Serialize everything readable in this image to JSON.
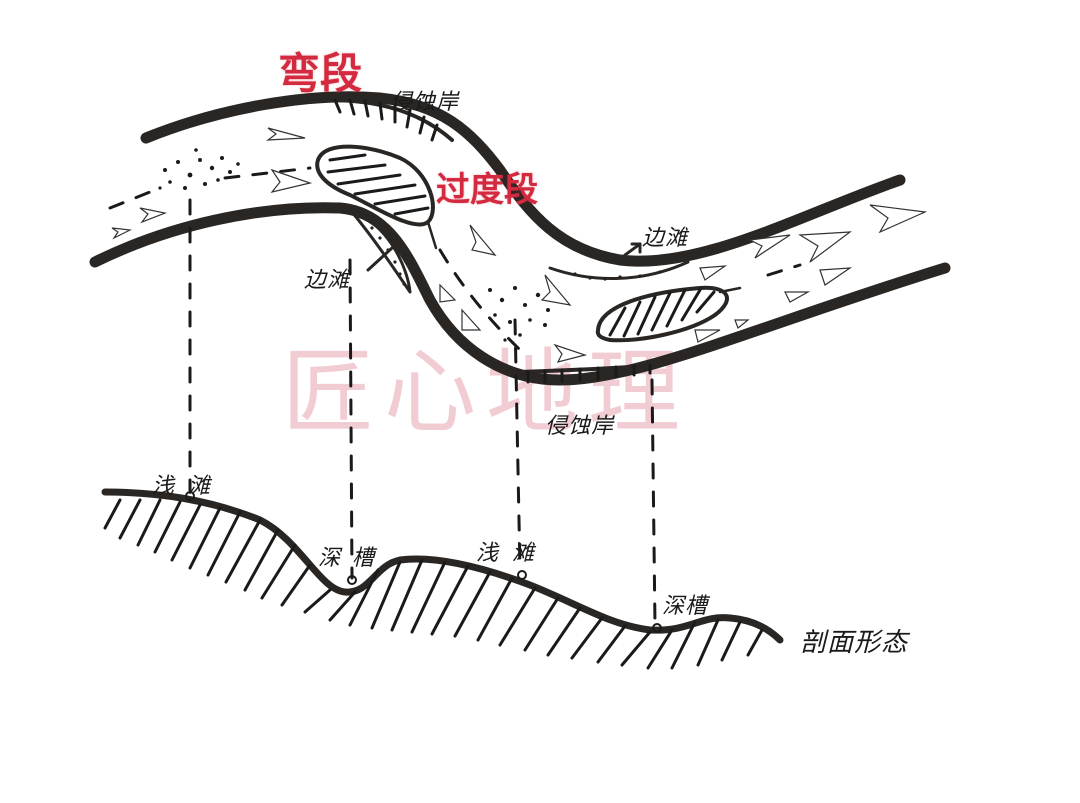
{
  "diagram": {
    "type": "river meander plan view and longitudinal profile (hand-drawn)",
    "colors": {
      "ink": "#2a2623",
      "title_red": "#d42a3f",
      "watermark_pink": "#e6a4ae",
      "background": "#ffffff"
    },
    "titles": {
      "bend_section": "弯段",
      "transition_section": "过度段"
    },
    "plan_view_labels": {
      "erosion_bank_top": "侵蚀岸",
      "deposition_bar_left": "边滩",
      "deposition_bar_right": "边滩",
      "erosion_bank_bottom": "侵蚀岸"
    },
    "profile_labels": {
      "shoal_1": "浅滩",
      "pool_1": "深槽",
      "shoal_2": "浅滩",
      "pool_2": "深槽",
      "profile_caption": "剖面形态"
    },
    "watermark": "匠心地理",
    "elements": {
      "flow_arrows": "paper-plane shaped flow direction markers",
      "thalweg": "dashed center line",
      "mid_channel_bars": 2,
      "projection_lines": 4
    }
  }
}
